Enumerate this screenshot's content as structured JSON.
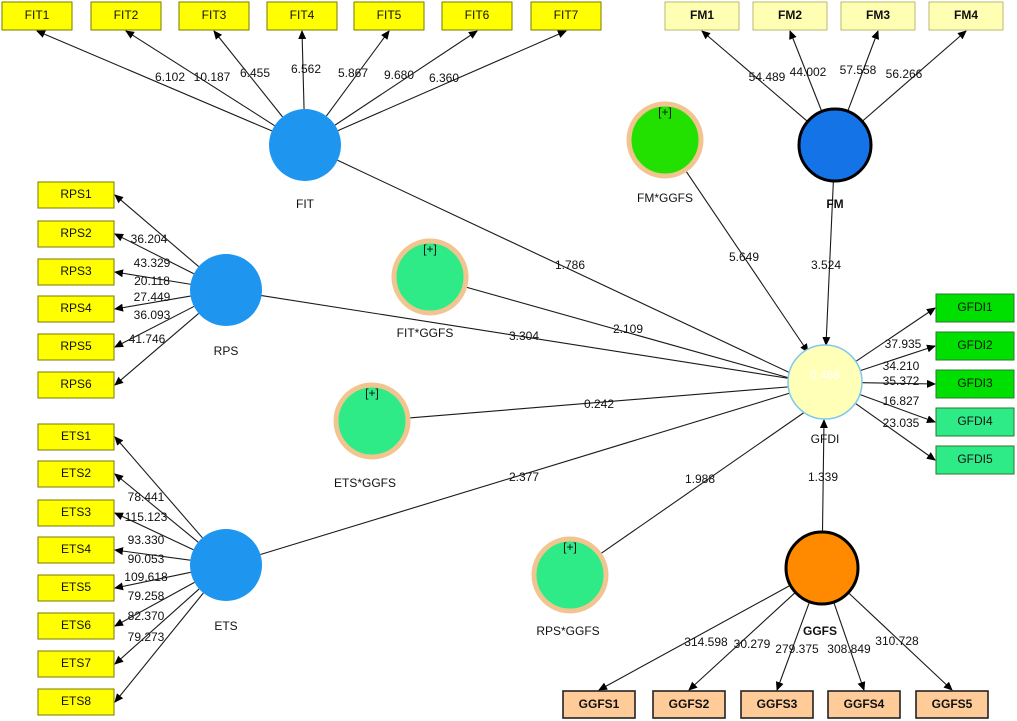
{
  "colors": {
    "indicator_yellow": "#FFFF00",
    "indicator_light_yellow": "#FFFFB3",
    "indicator_green": "#00E000",
    "indicator_teal": "#2EEB88",
    "indicator_peach": "#FFCC99",
    "construct_blue": "#1E96F0",
    "construct_dark_blue": "#1573E8",
    "construct_orange": "#FF8A00",
    "moderator_fill": "#2EEB88",
    "moderator_bright": "#22E000",
    "moderator_ring": "#F2C490",
    "dependent_fill": "#FFFFB8"
  },
  "constructs": {
    "fit": {
      "label": "FIT"
    },
    "rps": {
      "label": "RPS"
    },
    "ets": {
      "label": "ETS"
    },
    "fm": {
      "label": "FM"
    },
    "gfdi": {
      "label": "GFDI",
      "r2": "0.468"
    },
    "ggfs": {
      "label": "GGFS"
    },
    "fm_ggfs": {
      "label": "FM*GGFS",
      "badge": "[+]"
    },
    "fit_ggfs": {
      "label": "FIT*GGFS",
      "badge": "[+]"
    },
    "ets_ggfs": {
      "label": "ETS*GGFS",
      "badge": "[+]"
    },
    "rps_ggfs": {
      "label": "RPS*GGFS",
      "badge": "[+]"
    }
  },
  "fit_indicators": [
    {
      "label": "FIT1",
      "loading": "6.102"
    },
    {
      "label": "FIT2",
      "loading": "10.187"
    },
    {
      "label": "FIT3",
      "loading": "6.455"
    },
    {
      "label": "FIT4",
      "loading": "6.562"
    },
    {
      "label": "FIT5",
      "loading": "5.867"
    },
    {
      "label": "FIT6",
      "loading": "9.680"
    },
    {
      "label": "FIT7",
      "loading": "6.360"
    }
  ],
  "fm_indicators": [
    {
      "label": "FM1",
      "loading": "54.489"
    },
    {
      "label": "FM2",
      "loading": "44.002"
    },
    {
      "label": "FM3",
      "loading": "57.558"
    },
    {
      "label": "FM4",
      "loading": "56.266"
    }
  ],
  "rps_indicators": [
    {
      "label": "RPS1",
      "loading": "36.204"
    },
    {
      "label": "RPS2",
      "loading": "43.329"
    },
    {
      "label": "RPS3",
      "loading": "20.118"
    },
    {
      "label": "RPS4",
      "loading": "27.449"
    },
    {
      "label": "RPS5",
      "loading": "36.093"
    },
    {
      "label": "RPS6",
      "loading": "41.746"
    }
  ],
  "ets_indicators": [
    {
      "label": "ETS1",
      "loading": "78.441"
    },
    {
      "label": "ETS2",
      "loading": "115.123"
    },
    {
      "label": "ETS3",
      "loading": "93.330"
    },
    {
      "label": "ETS4",
      "loading": "90.053"
    },
    {
      "label": "ETS5",
      "loading": "109.618"
    },
    {
      "label": "ETS6",
      "loading": "79.258"
    },
    {
      "label": "ETS7",
      "loading": "82.370"
    },
    {
      "label": "ETS8",
      "loading": "79.273"
    }
  ],
  "gfdi_indicators": [
    {
      "label": "GFDI1",
      "loading": "37.935"
    },
    {
      "label": "GFDI2",
      "loading": "34.210"
    },
    {
      "label": "GFDI3",
      "loading": "35.372"
    },
    {
      "label": "GFDI4",
      "loading": "16.827"
    },
    {
      "label": "GFDI5",
      "loading": "23.035"
    }
  ],
  "ggfs_indicators": [
    {
      "label": "GGFS1",
      "loading": "314.598"
    },
    {
      "label": "GGFS2",
      "loading": "30.279"
    },
    {
      "label": "GGFS3",
      "loading": "279.375"
    },
    {
      "label": "GGFS4",
      "loading": "308.849"
    },
    {
      "label": "GGFS5",
      "loading": "310.728"
    }
  ],
  "paths": {
    "fit_gfdi": "1.786",
    "rps_gfdi": "3.304",
    "fit_ggfs_gfdi": "2.109",
    "ets_ggfs_gfdi": "0.242",
    "ets_gfdi": "2.377",
    "fm_ggfs_gfdi": "5.649",
    "fm_gfdi": "3.524",
    "rps_ggfs_gfdi": "1.988",
    "ggfs_gfdi": "1.339"
  }
}
